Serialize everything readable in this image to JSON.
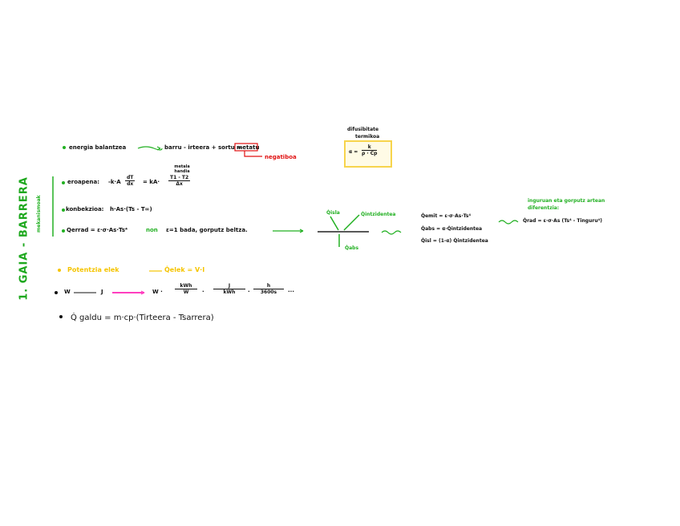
{
  "title": "1. GAIA - BARRERA",
  "side_label": "mekanismoak",
  "energy": {
    "label": "energia balantzea",
    "eq": "barru - irteera + sortu =",
    "boxed": "metatu",
    "note": "negatiboa"
  },
  "conduction": {
    "label": "eroapena:",
    "eq1": "-k·A",
    "frac1_num": "dT",
    "frac1_den": "dx",
    "eq2": "= kA·",
    "frac2_num": "T1 - T2",
    "frac2_den": "Δx",
    "above": "metala handia"
  },
  "convection": {
    "label": "konbekzioa:",
    "eq": "h·As·(Ts - T∞)"
  },
  "radiation": {
    "eq": "Qerrad = ε·σ·As·Ts⁴",
    "non": "non",
    "note": "ε=1 bada, gorputz beltza."
  },
  "diffusivity": {
    "title1": "difusibitate",
    "title2": "termikoa",
    "lhs": "α =",
    "num": "k",
    "den": "ρ · Cp"
  },
  "diagram": {
    "q_isla": "Q̇isla",
    "q_intz": "Q̇intzidentea",
    "q_abs": "Q̇abs"
  },
  "emit": {
    "l1": "Q̇emit = ε·σ·As·Ts⁴",
    "l2": "Q̇abs = α·Q̇intzidentea",
    "l3": "Q̇isl = (1-α) Q̇intzidentea"
  },
  "net": {
    "note1": "inguruan eta gorputz artean",
    "note2": "diferentzia:",
    "eq": "Q̇rad = ε·σ·As (Ts⁴ - Tinguru⁴)"
  },
  "power": {
    "label": "Potentzia elek",
    "eq": "Q̇elek = V·I"
  },
  "units": {
    "w": "W",
    "j": "J",
    "w2": "W ·",
    "f1n": "kWh",
    "f1d": "W",
    "dot1": "·",
    "f2n": "J",
    "f2d": "kWh",
    "dot2": "·",
    "f3n": "h",
    "f3d": "3600s",
    "ell": "···"
  },
  "lost": {
    "eq": "Q̇ galdu = m·cp·(Tirteera - Tsarrera)"
  }
}
